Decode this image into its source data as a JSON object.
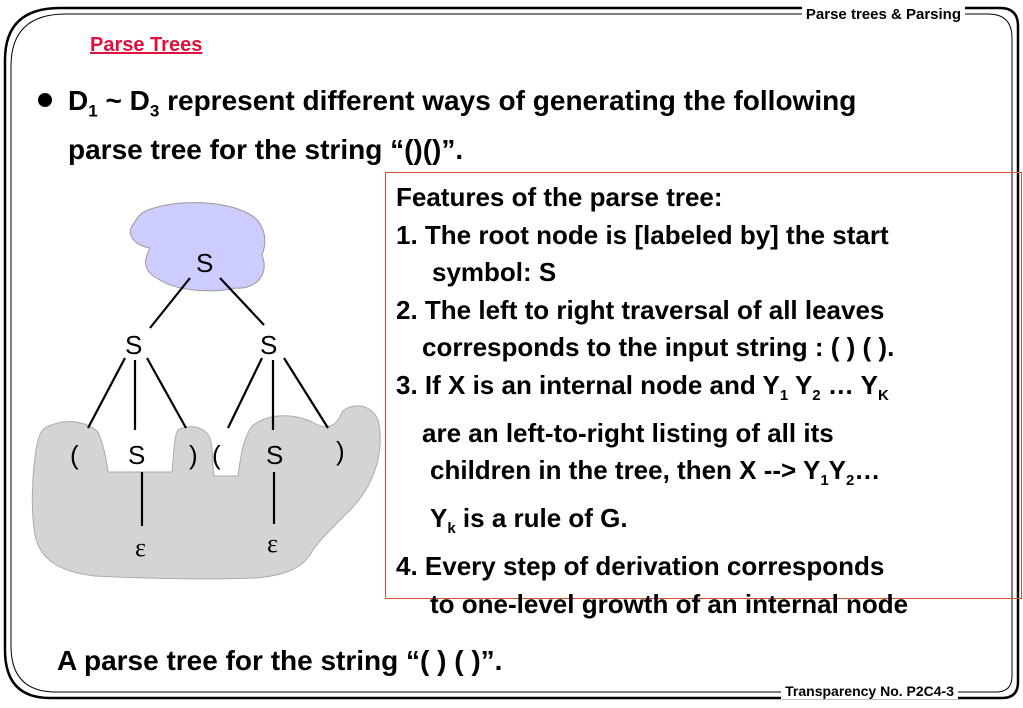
{
  "header": {
    "label": "Parse trees & Parsing"
  },
  "footer": {
    "label": "Transparency No. P2C4-3"
  },
  "title": "Parse Trees",
  "intro": {
    "d1": "D",
    "d1_sub": "1",
    "tilde": " ~ ",
    "d3": "D",
    "d3_sub": "3",
    "rest_line1": " represent different ways of generating the following",
    "line2": "parse tree for the string “()()”."
  },
  "features": {
    "heading": "Features of the parse tree:",
    "item1_line1": "1. The root node is [labeled by] the start",
    "item1_line2": "symbol: S",
    "item2_line1": "2. The left to right traversal of all leaves",
    "item2_line2": "corresponds to the input string : ( ) ( ).",
    "item3_line1_a": "3. If X is an internal node and Y",
    "item3_line1_s1": "1",
    "item3_line1_b": " Y",
    "item3_line1_s2": "2",
    "item3_line1_c": " … Y",
    "item3_line1_s3": "K",
    "item3_line2": "are an left-to-right listing of all its",
    "item3_line3_a": "children   in the tree, then X --> Y",
    "item3_line3_s1": "1",
    "item3_line3_b": "Y",
    "item3_line3_s2": "2",
    "item3_line3_c": "…",
    "item3_line4_a": "Y",
    "item3_line4_s": "k",
    "item3_line4_b": " is a rule   of G.",
    "item4_line1": "4. Every step of derivation corresponds",
    "item4_line2": "to one-level growth of an internal node"
  },
  "tree": {
    "root": "S",
    "left_s": "S",
    "right_s": "S",
    "lparen1": "(",
    "inner_s1": "S",
    "rparen1": ")",
    "lparen2": "(",
    "inner_s2": "S",
    "rparen2": ")",
    "eps1": "ε",
    "eps2": "ε",
    "colors": {
      "root_blob": "#ccccff",
      "leaf_blob": "#d4d4d4"
    }
  },
  "caption": "A parse tree for the string “( ) ( )”."
}
